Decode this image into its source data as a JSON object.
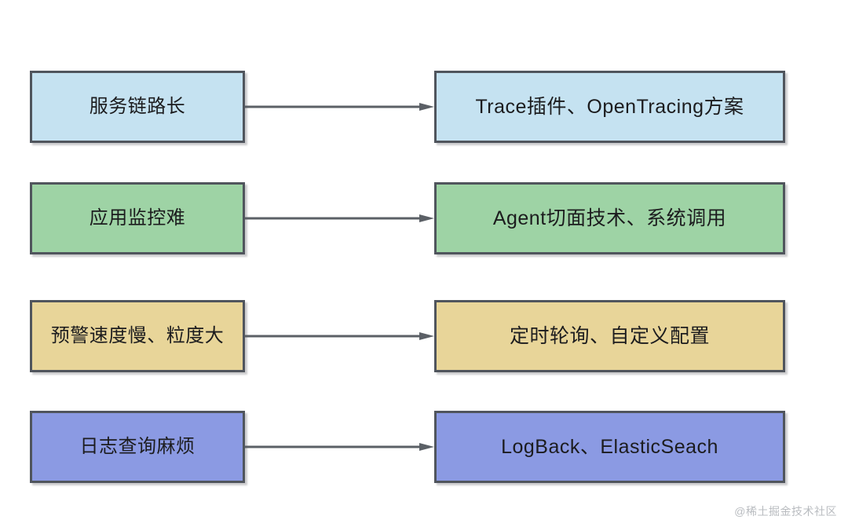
{
  "diagram": {
    "type": "problem-solution-mapping",
    "arrow_color": "#5b6066",
    "border_color": "#50555d",
    "text_color": "#1c1c1e",
    "background": "#ffffff",
    "rows": [
      {
        "problem": "服务链路长",
        "solution": "Trace插件、OpenTracing方案",
        "color": "#c5e2f1",
        "color_name": "light-blue"
      },
      {
        "problem": "应用监控难",
        "solution": "Agent切面技术、系统调用",
        "color": "#9ed3a5",
        "color_name": "green"
      },
      {
        "problem": "预警速度慢、粒度大",
        "solution": "定时轮询、自定义配置",
        "color": "#e8d599",
        "color_name": "yellow"
      },
      {
        "problem": "日志查询麻烦",
        "solution": "LogBack、ElasticSeach",
        "color": "#8b9ae3",
        "color_name": "purple"
      }
    ]
  },
  "watermark": {
    "text": "@稀土掘金技术社区"
  }
}
